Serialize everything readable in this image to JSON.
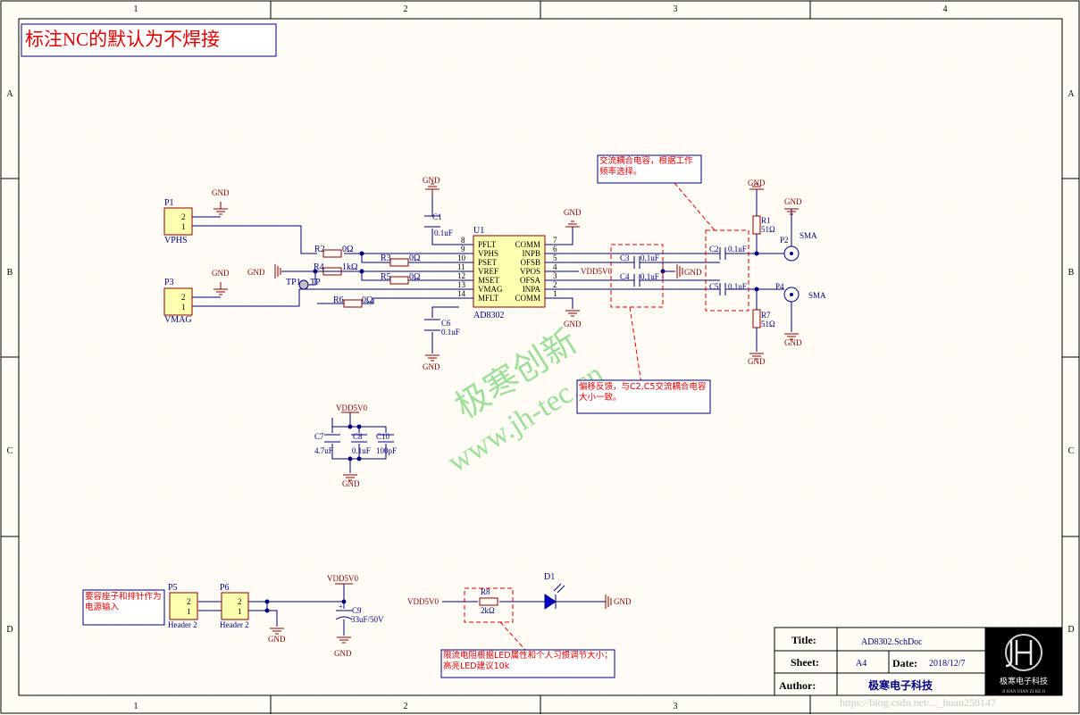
{
  "title_note": "标注NC的默认为不焊接",
  "frame": {
    "columns": [
      "1",
      "2",
      "3",
      "4"
    ],
    "rows": [
      "A",
      "B",
      "C",
      "D"
    ]
  },
  "notes": {
    "ac_coupling": "交流耦合电容，根据工作频率选择。",
    "offset_feedback": "偏移反馈，与C2,C5交流耦合电容大小一致。",
    "power_input": "要容座子和排针作为电源输入",
    "led_resistor": "限流电阻根据LED属性和个人习惯调节大小；高亮LED建议10k"
  },
  "nets": {
    "gnd": "GND",
    "vdd": "VDD5V0",
    "sma": "SMA"
  },
  "u1": {
    "ref": "U1",
    "part": "AD8302",
    "left_pins": [
      {
        "num": "8",
        "name": "PFLT"
      },
      {
        "num": "9",
        "name": "VPHS"
      },
      {
        "num": "10",
        "name": "PSET"
      },
      {
        "num": "11",
        "name": "VREF"
      },
      {
        "num": "12",
        "name": "MSET"
      },
      {
        "num": "13",
        "name": "VMAG"
      },
      {
        "num": "14",
        "name": "MFLT"
      }
    ],
    "right_pins": [
      {
        "num": "7",
        "name": "COMM"
      },
      {
        "num": "6",
        "name": "INPB"
      },
      {
        "num": "5",
        "name": "OFSB"
      },
      {
        "num": "4",
        "name": "VPOS"
      },
      {
        "num": "3",
        "name": "OFSA"
      },
      {
        "num": "2",
        "name": "INPA"
      },
      {
        "num": "1",
        "name": "COMM"
      }
    ]
  },
  "connectors": {
    "p1": {
      "ref": "P1",
      "value": "VPHS",
      "pins": [
        "2",
        "1"
      ]
    },
    "p3": {
      "ref": "P3",
      "value": "VMAG",
      "pins": [
        "2",
        "1"
      ]
    },
    "p5": {
      "ref": "P5",
      "value": "Header 2",
      "pins": [
        "2",
        "1"
      ]
    },
    "p6": {
      "ref": "P6",
      "value": "Header 2",
      "pins": [
        "2",
        "1"
      ]
    },
    "p2": {
      "ref": "P2"
    },
    "p4": {
      "ref": "P4"
    }
  },
  "parts": {
    "r2": {
      "ref": "R2",
      "value": "0Ω"
    },
    "r4": {
      "ref": "R4",
      "value": "1kΩ"
    },
    "r3": {
      "ref": "R3",
      "value": "0Ω"
    },
    "r5": {
      "ref": "R5",
      "value": "0Ω"
    },
    "r6": {
      "ref": "R6",
      "value": "0Ω"
    },
    "r1": {
      "ref": "R1",
      "value": "51Ω"
    },
    "r7": {
      "ref": "R7",
      "value": "51Ω"
    },
    "r8": {
      "ref": "R8",
      "value": "2kΩ"
    },
    "tp1": {
      "ref": "TP1",
      "value": "TP"
    },
    "c1": {
      "ref": "C1",
      "value": "0.1uF"
    },
    "c6": {
      "ref": "C6",
      "value": "0.1uF"
    },
    "c2": {
      "ref": "C2",
      "value": "0.1uF"
    },
    "c3": {
      "ref": "C3",
      "value": "0.1uF"
    },
    "c4": {
      "ref": "C4",
      "value": "0.1uF"
    },
    "c5": {
      "ref": "C5",
      "value": "0.1uF"
    },
    "c7": {
      "ref": "C7",
      "value": "4.7uF"
    },
    "c8": {
      "ref": "C8",
      "value": "0.1uF"
    },
    "c10": {
      "ref": "C10",
      "value": "100pF"
    },
    "c9": {
      "ref": "C9",
      "value": "33uF/50V"
    },
    "d1": {
      "ref": "D1"
    }
  },
  "title_block": {
    "title_label": "Title:",
    "title_value": "AD8302.SchDoc",
    "sheet_label": "Sheet:",
    "sheet_value": "A4",
    "date_label": "Date:",
    "date_value": "2018/12/7",
    "author_label": "Author:",
    "author_value": "极寒电子科技",
    "logo_text": "极寒电子科技",
    "logo_sub": "JI HAN DIAN ZI KE JI"
  },
  "watermark": {
    "line1": "极寒创新",
    "line2": "www.jh-tec.cn"
  },
  "blog_watermark": "https://blog.csdn.net/..._huan258147",
  "colors": {
    "wire": "#000080",
    "red": "#e00000",
    "symbol": "#8b0000",
    "component_fill": "#ffffb0",
    "watermark": "#7fd47f"
  }
}
